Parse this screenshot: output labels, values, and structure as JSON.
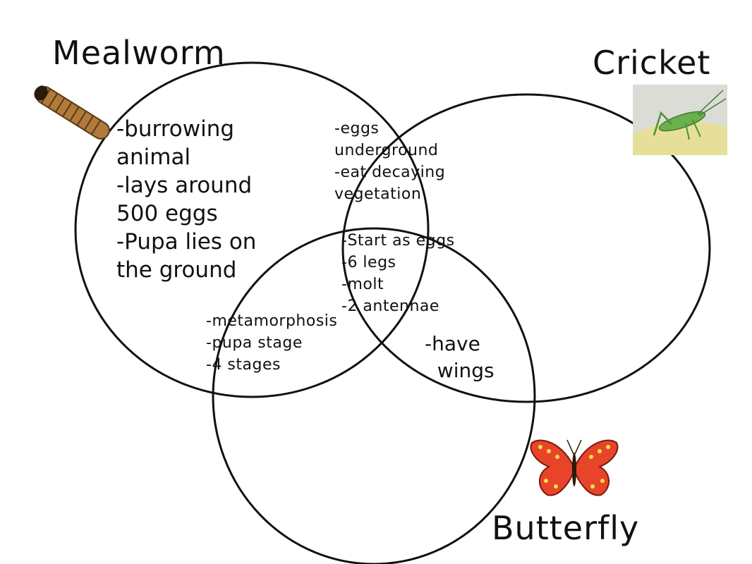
{
  "sets": {
    "mealworm": {
      "title": "Mealworm",
      "picture": "mealworm-icon"
    },
    "cricket": {
      "title": "Cricket",
      "picture": "cricket-icon"
    },
    "butterfly": {
      "title": "Butterfly",
      "picture": "butterfly-icon"
    }
  },
  "regions": {
    "mealworm_only": "-burrowing\nanimal\n-lays around\n500 eggs\n-Pupa lies on\nthe ground",
    "mealworm_cricket": "-eggs\nunderground\n-eat decaying\nvegetation",
    "all_three": "-Start as eggs\n-6 legs\n-molt\n-2 antennae",
    "mealworm_butterfly": "-metamorphosis\n-pupa stage\n-4 stages",
    "cricket_butterfly": "-have\n  wings"
  },
  "colors": {
    "outline": "#111111",
    "butterfly_wing": "#e8442a",
    "butterfly_spot": "#f3e04a",
    "cricket_body": "#6ab04c",
    "cricket_bg": "#e9e4c8",
    "mealworm_body": "#b07a3a"
  }
}
